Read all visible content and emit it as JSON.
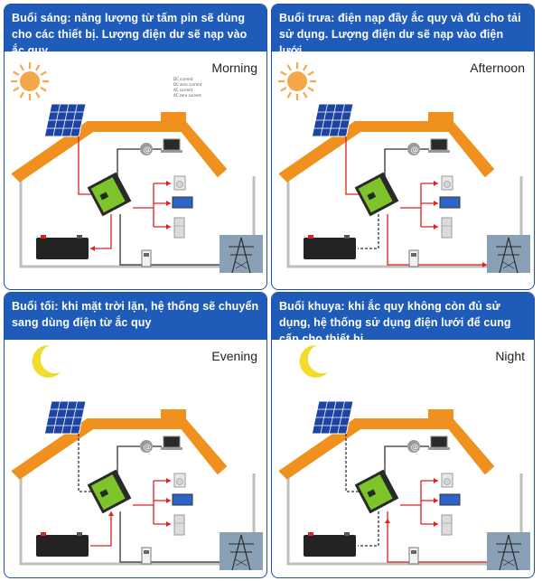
{
  "panels": [
    {
      "caption": "Buổi sáng: năng lượng từ tấm pin sẽ dùng cho các thiết bị. Lượng điện dư sẽ nạp vào ắc quy",
      "time_label": "Morning",
      "icon": "sun-icon"
    },
    {
      "caption": "Buổi trưa: điện nạp đầy ắc quy và đủ cho tải sử dụng. Lượng điện dư sẽ nạp vào điện lưới",
      "time_label": "Afternoon",
      "icon": "sun-icon"
    },
    {
      "caption": "Buổi tối: khi mặt trời lặn, hệ thống sẽ chuyển sang dùng điện từ ắc quy",
      "time_label": "Evening",
      "icon": "moon-icon"
    },
    {
      "caption": "Buổi khuya: khi ắc quy không còn đủ sử dụng, hệ thống sử dụng điện lưới để cung cấp cho thiết bị",
      "time_label": "Night",
      "icon": "moon-icon"
    }
  ],
  "legend": [
    "DC current",
    "DC zero current",
    "AC current",
    "AC zero current"
  ],
  "colors": {
    "banner": "#1f5bb8",
    "roof": "#f0901e",
    "active_line": "#e02020",
    "idle_line": "#333333",
    "inverter": "#7cc42a",
    "sun": "#f5a84a",
    "moon": "#f2dc2a"
  }
}
